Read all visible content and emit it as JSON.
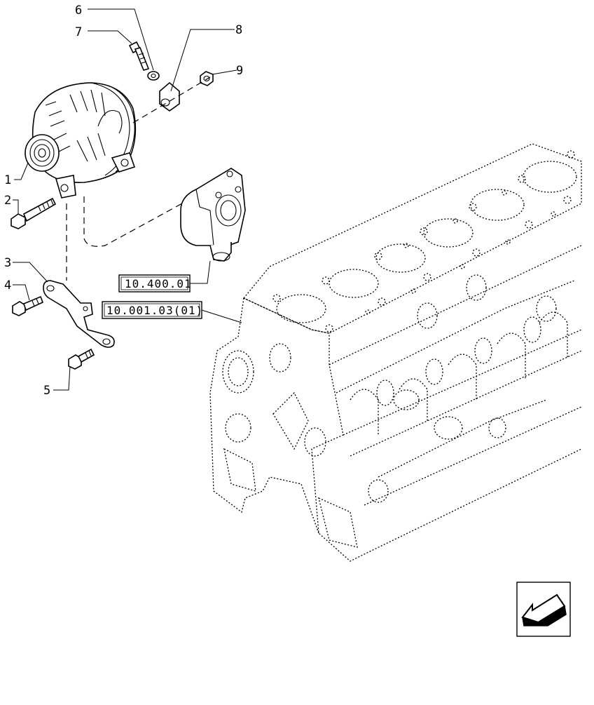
{
  "callouts": [
    {
      "id": "1",
      "label": "1"
    },
    {
      "id": "2",
      "label": "2"
    },
    {
      "id": "3",
      "label": "3"
    },
    {
      "id": "4",
      "label": "4"
    },
    {
      "id": "5",
      "label": "5"
    },
    {
      "id": "6",
      "label": "6"
    },
    {
      "id": "7",
      "label": "7"
    },
    {
      "id": "8",
      "label": "8"
    },
    {
      "id": "9",
      "label": "9"
    }
  ],
  "references": [
    {
      "label": "10.400.01"
    },
    {
      "label": "10.001.03(01)"
    }
  ],
  "icons": {
    "nav_arrow": "previous-page-arrow-icon"
  }
}
